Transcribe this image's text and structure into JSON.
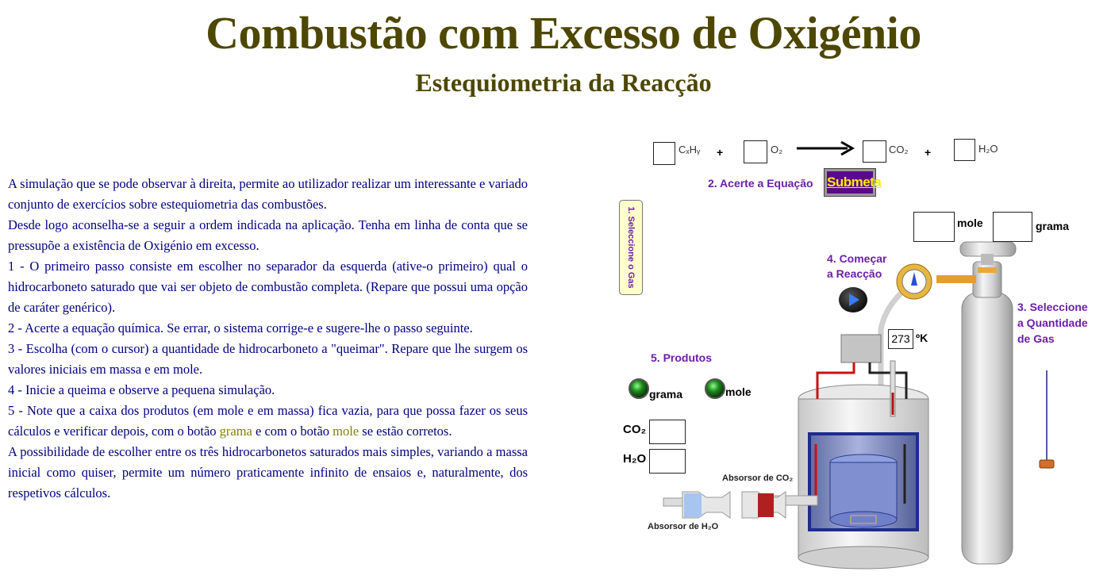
{
  "header": {
    "title": "Combustão com Excesso de Oxigénio",
    "subtitle": "Estequiometria da Reacção"
  },
  "description": {
    "p1": "A simulação que se pode observar à direita, permite ao utilizador realizar um interessante e variado conjunto de exercícios sobre estequiometria das combustões.",
    "p2": "Desde logo aconselha-se a seguir a ordem indicada na aplicação. Tenha em linha de conta que se pressupõe a existência de Oxigénio em excesso.",
    "p3": "1 - O primeiro passo consiste em escolher no separador da esquerda (ative-o primeiro) qual o hidrocarboneto saturado que vai ser objeto de combustão completa. (Repare que possui uma opção de caráter genérico).",
    "p4": "2 - Acerte a equação química. Se errar, o sistema corrige-e e sugere-lhe o passo seguinte.",
    "p5": "3 - Escolha (com o cursor) a quantidade de hidrocarboneto a \"queimar\". Repare que lhe surgem os valores iniciais em massa e em mole.",
    "p6": "4 - Inicie a queima e observe a pequena simulação.",
    "p7_a": "5 - Note que a caixa dos produtos (em mole e em massa) fica vazia, para que possa fazer os seus cálculos e verificar depois, com o botão ",
    "p7_grama": "grama",
    "p7_b": " e com o botão ",
    "p7_mole": "mole",
    "p7_c": " se estão corretos.",
    "p8": "A possibilidade de escolher entre os três hidrocarbonetos saturados mais simples, variando a massa inicial como quiser, permite um número praticamente infinito de ensaios e, naturalmente, dos respetivos cálculos."
  },
  "simulation": {
    "equation": {
      "hydrocarbon": "CₓHᵧ",
      "oxygen": "O₂",
      "co2": "CO₂",
      "water": "H₂O",
      "plus": "+"
    },
    "step1_tab": "1. Seleccione o Gas",
    "step2_label": "2. Acerte a Equação",
    "submit_label": "Submeta",
    "step3_label": [
      "3. Seleccione",
      "a Quantidade",
      "de Gas"
    ],
    "step4_label": [
      "4. Começar",
      "a Reacção"
    ],
    "step5_label": "5. Produtos",
    "cylinder_mole_label": "mole",
    "cylinder_grama_label": "grama",
    "temperature_value": "273",
    "temperature_unit": "ºK",
    "grama_button_label": "grama",
    "mole_button_label": "mole",
    "product_co2": "CO₂",
    "product_h2o": "H₂O",
    "co2_absorber_label": "Absorsor de CO₂",
    "h2o_absorber_label": "Absorsor de H₂O"
  },
  "colors": {
    "title": "#4d4700",
    "text": "#000080",
    "highlight": "#808000",
    "step_labels": "#6b1fa8"
  }
}
